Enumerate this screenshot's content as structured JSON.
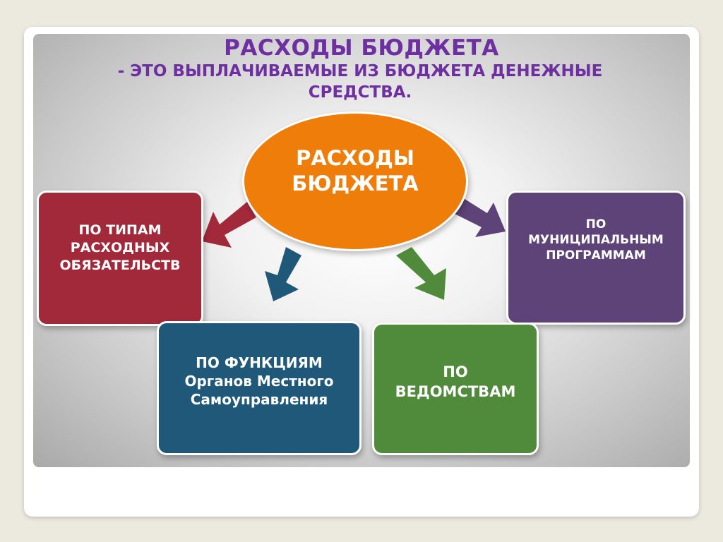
{
  "title": "РАСХОДЫ БЮДЖЕТА",
  "subtitle": "- ЭТО ВЫПЛАЧИВАЕМЫЕ ИЗ БЮДЖЕТА ДЕНЕЖНЫЕ СРЕДСТВА.",
  "center": {
    "label": "РАСХОДЫ БЮДЖЕТА",
    "color": "#ee7d0a"
  },
  "categories": [
    {
      "id": "types",
      "label": "ПО ТИПАМ\nРАСХОДНЫХ\nОБЯЗАТЕЛЬСТВ",
      "color": "#a2293a"
    },
    {
      "id": "programs",
      "label": "ПО\nМУНИЦИПАЛЬНЫМ\nПРОГРАММАМ",
      "color": "#5e4378"
    },
    {
      "id": "functions",
      "label": "ПО ФУНКЦИЯМ\nОрганов Местного\nСамоуправления",
      "color": "#1f5878"
    },
    {
      "id": "departments",
      "label": "ПО\nВЕДОМСТВАМ",
      "color": "#4f8b3b"
    }
  ],
  "colors": {
    "title": "#6e2fa0",
    "arrow_red": "#a2293a",
    "arrow_blue": "#1f5878",
    "arrow_green": "#4f8b3b",
    "arrow_purple": "#5e4378"
  }
}
